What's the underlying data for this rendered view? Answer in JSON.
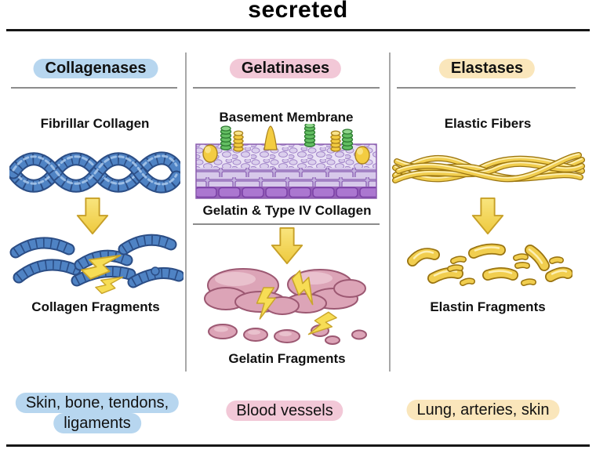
{
  "title": "secreted",
  "columns": [
    {
      "header": "Collagenases",
      "substrate": "Fibrillar Collagen",
      "product": "Collagen Fragments",
      "tissue_lines": [
        "Skin, bone, tendons,",
        "ligaments"
      ],
      "highlight": "#b7d6ef"
    },
    {
      "header": "Gelatinases",
      "substrate": "Basement Membrane",
      "substrate_secondary": "Gelatin & Type IV Collagen",
      "product": "Gelatin Fragments",
      "tissue_lines": [
        "Blood vessels"
      ],
      "highlight": "#f2c8d7"
    },
    {
      "header": "Elastases",
      "substrate": "Elastic Fibers",
      "product": "Elastin Fragments",
      "tissue_lines": [
        "Lung, arteries, skin"
      ],
      "highlight": "#fae6bb"
    }
  ],
  "colors": {
    "collagen_blue": "#4f83c4",
    "gelatin_pink": "#dca4b7",
    "elastin_gold": "#f1ce4f",
    "membrane_purple": "#ab77d0",
    "arrow_yellow": "#f2d14d",
    "rule_dark": "#161616",
    "rule_gray": "#8c8c8c"
  }
}
